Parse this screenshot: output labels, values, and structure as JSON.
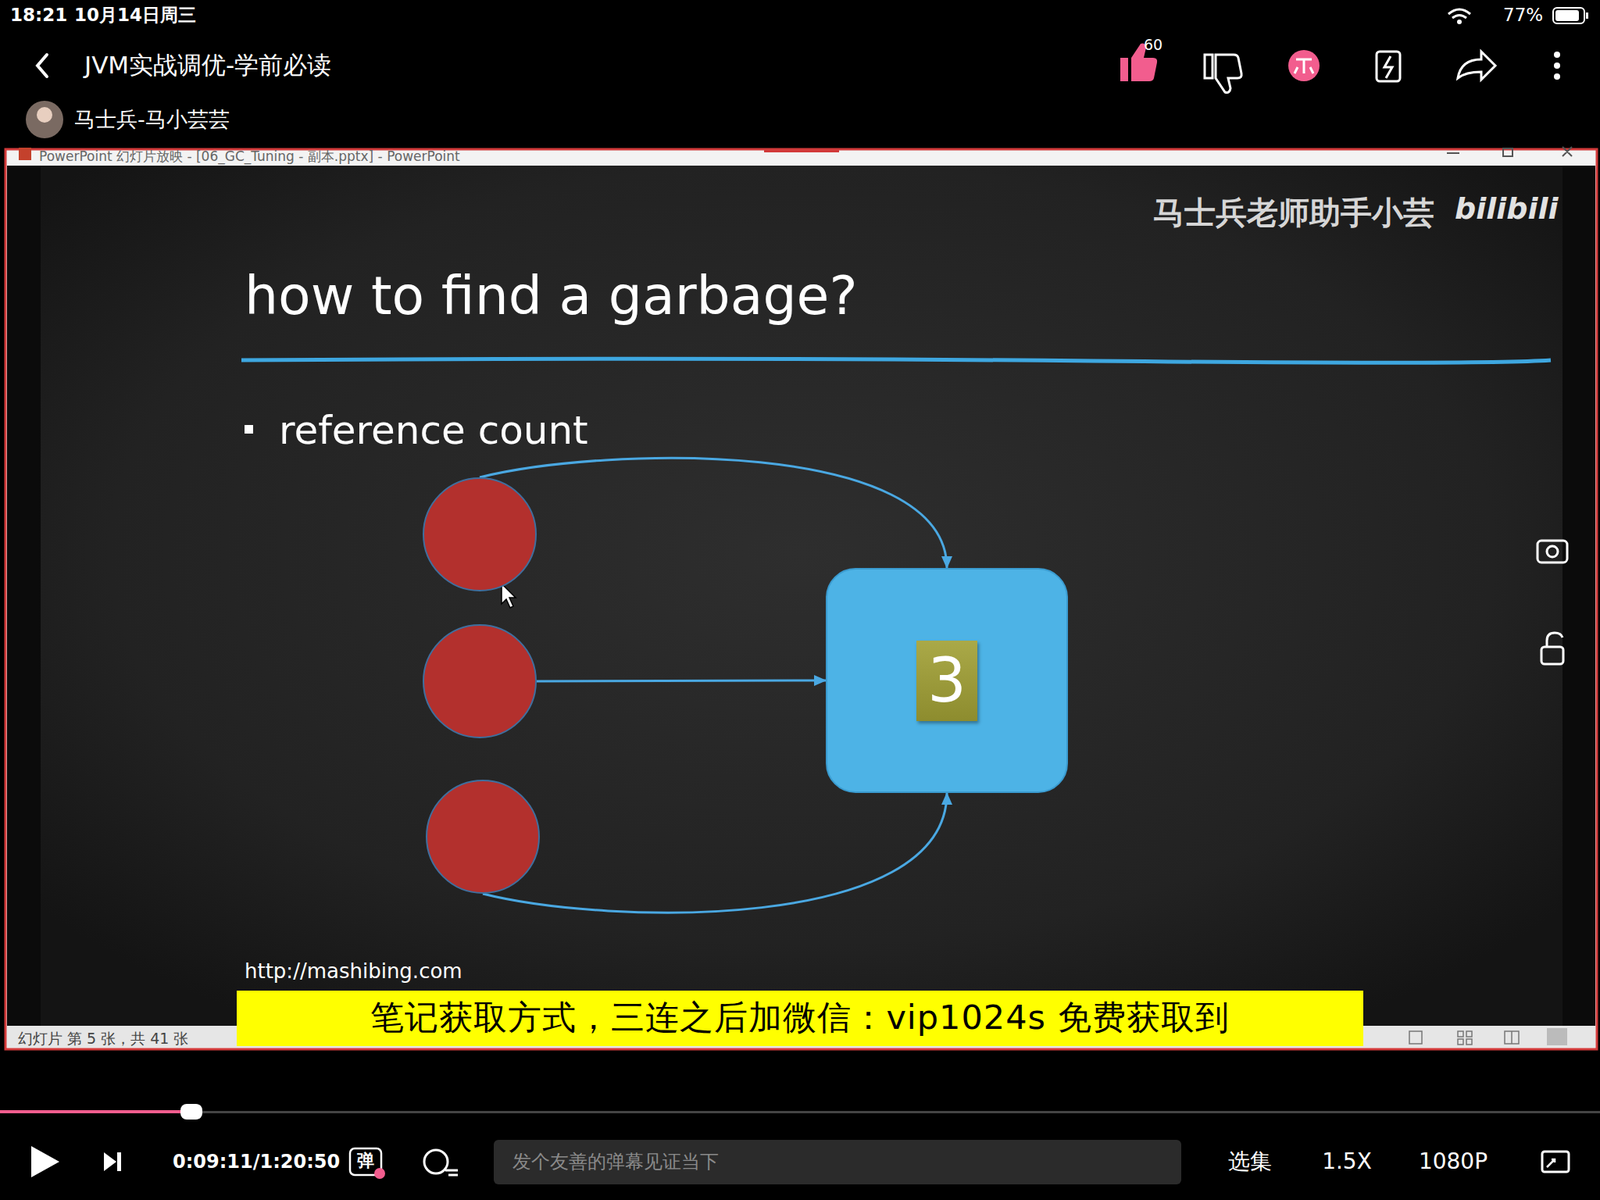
{
  "diagram": {
    "title": "how to find a garbage?",
    "nodes": [
      {
        "text": []
      },
      {
        "text": []
      },
      {
        "text": []
      },
      {
        "text": [
          "3"
        ]
      }
    ],
    "edges": [
      {
        "from": 0,
        "to": 3,
        "arrow": "to"
      },
      {
        "from": 1,
        "to": 3,
        "arrow": "to"
      },
      {
        "from": 2,
        "to": 3,
        "arrow": "to"
      }
    ],
    "labels": [
      "18:21",
      "10月14日周三",
      "77%",
      "JVM实战调优-学前必读",
      "60",
      "马士兵-马小芸芸",
      "PowerPoint 幻灯片放映 - [06_GC_Tuning - 副本.pptx] - PowerPoint",
      "马士兵老师助手小芸",
      "bilibili",
      "reference count",
      "http://mashibing.com",
      "笔记获取方式，三连之后加微信：vip1024s 免费获取到",
      "幻灯片 第 5 张，共 41 张",
      "弹",
      "0:09:11/1:20:50",
      "发个友善的弹幕见证当下",
      "选集",
      "1.5X",
      "1080P"
    ]
  }
}
